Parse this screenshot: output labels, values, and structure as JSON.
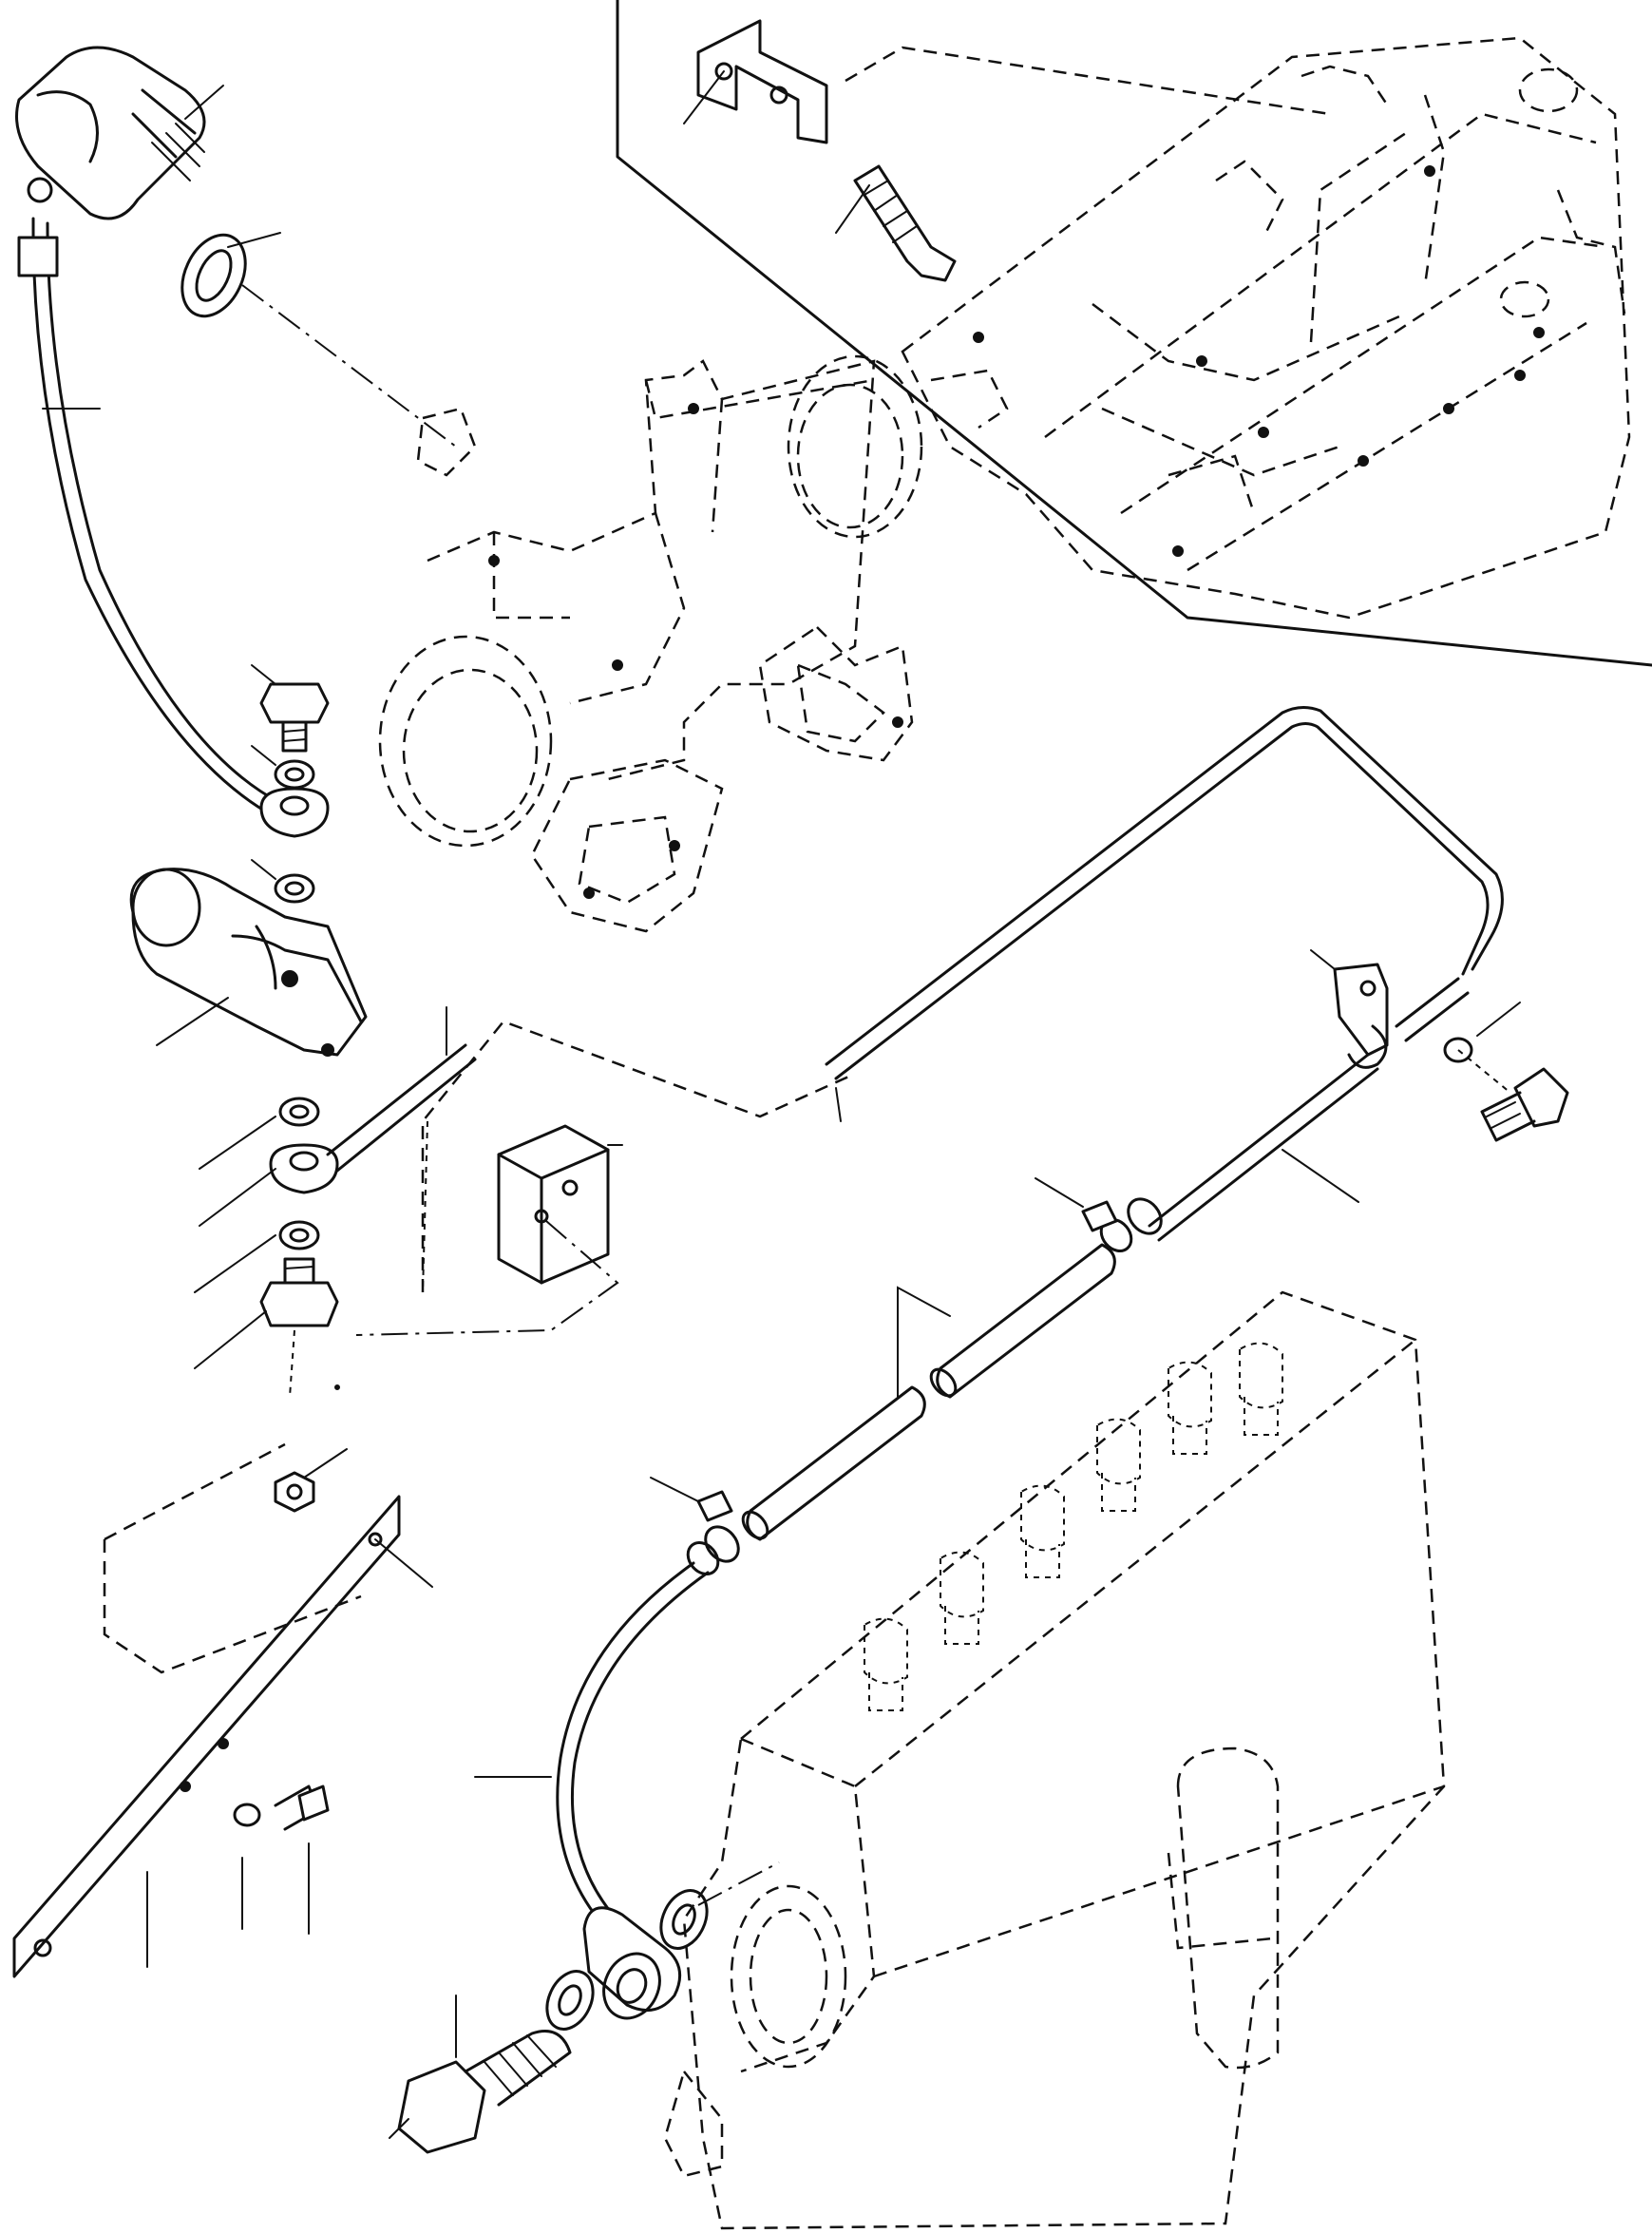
{
  "figure": {
    "kind": "exploded-parts-diagram",
    "colors": {
      "ink": "#111111",
      "paper": "#ffffff"
    },
    "components": [
      {
        "id": "pressure-sensor",
        "icon": "pressure-switch-icon"
      },
      {
        "id": "sensor-washer",
        "icon": "washer-icon"
      },
      {
        "id": "sensor-pipe",
        "icon": "pipe-icon"
      },
      {
        "id": "banjo-bolt-upper",
        "icon": "bolt-icon"
      },
      {
        "id": "solenoid-block",
        "icon": "solenoid-icon"
      },
      {
        "id": "mounting-plate",
        "icon": "plate-icon"
      },
      {
        "id": "bracket-bar",
        "icon": "bracket-icon"
      },
      {
        "id": "long-fuel-pipe",
        "icon": "pipe-icon"
      },
      {
        "id": "hose-clamps",
        "icon": "clamp-icon"
      },
      {
        "id": "injection-pump",
        "icon": "injection-pump-icon"
      },
      {
        "id": "banjo-bolt-lower",
        "icon": "bolt-icon"
      },
      {
        "id": "intake-manifold",
        "icon": "manifold-icon"
      },
      {
        "id": "cylinder-head",
        "icon": "engine-block-icon"
      },
      {
        "id": "glow-plug",
        "icon": "glow-plug-icon"
      },
      {
        "id": "angle-bracket",
        "icon": "bracket-icon"
      }
    ]
  }
}
